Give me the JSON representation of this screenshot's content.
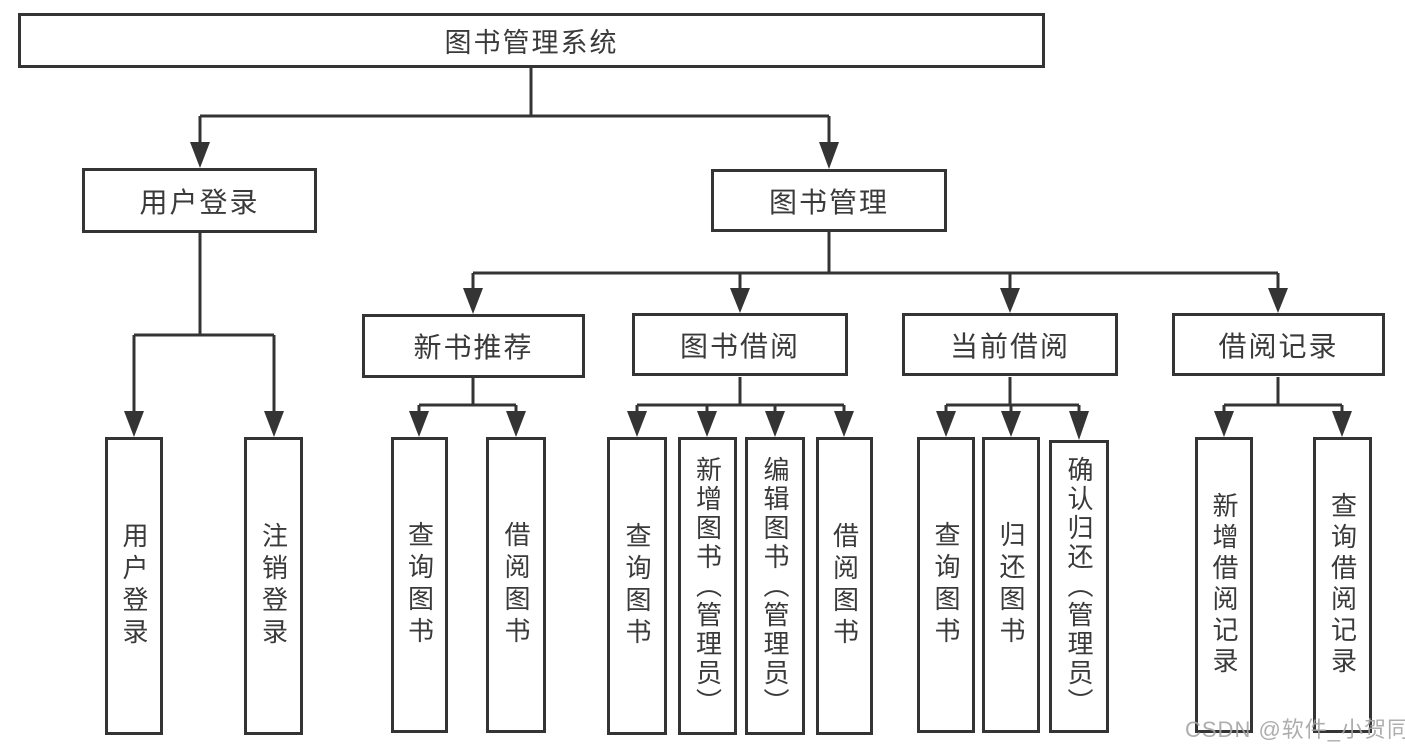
{
  "diagram": {
    "title": "图书管理系统",
    "colors": {
      "line": "#343434",
      "text": "#3a3a3a",
      "background": "#ffffff",
      "watermark": "#a5a5a5"
    },
    "nodes": {
      "root": "图书管理系统",
      "user_login": "用户登录",
      "book_management": "图书管理",
      "new_book_recommend": "新书推荐",
      "book_borrow": "图书借阅",
      "current_borrow": "当前借阅",
      "borrow_records": "借阅记录",
      "leaf_user_login": "用户登录",
      "leaf_logout": "注销登录",
      "leaf_query_book_1": "查询图书",
      "leaf_borrow_book_1": "借阅图书",
      "leaf_query_book_2": "查询图书",
      "leaf_add_book_admin": "新增图书（管理员）",
      "leaf_edit_book_admin": "编辑图书（管理员）",
      "leaf_borrow_book_2": "借阅图书",
      "leaf_query_book_3": "查询图书",
      "leaf_return_book": "归还图书",
      "leaf_confirm_return_admin": "确认归还（管理员）",
      "leaf_add_borrow_record": "新增借阅记录",
      "leaf_query_borrow_record": "查询借阅记录"
    },
    "watermark": "CSDN @软件_小贺同学"
  }
}
